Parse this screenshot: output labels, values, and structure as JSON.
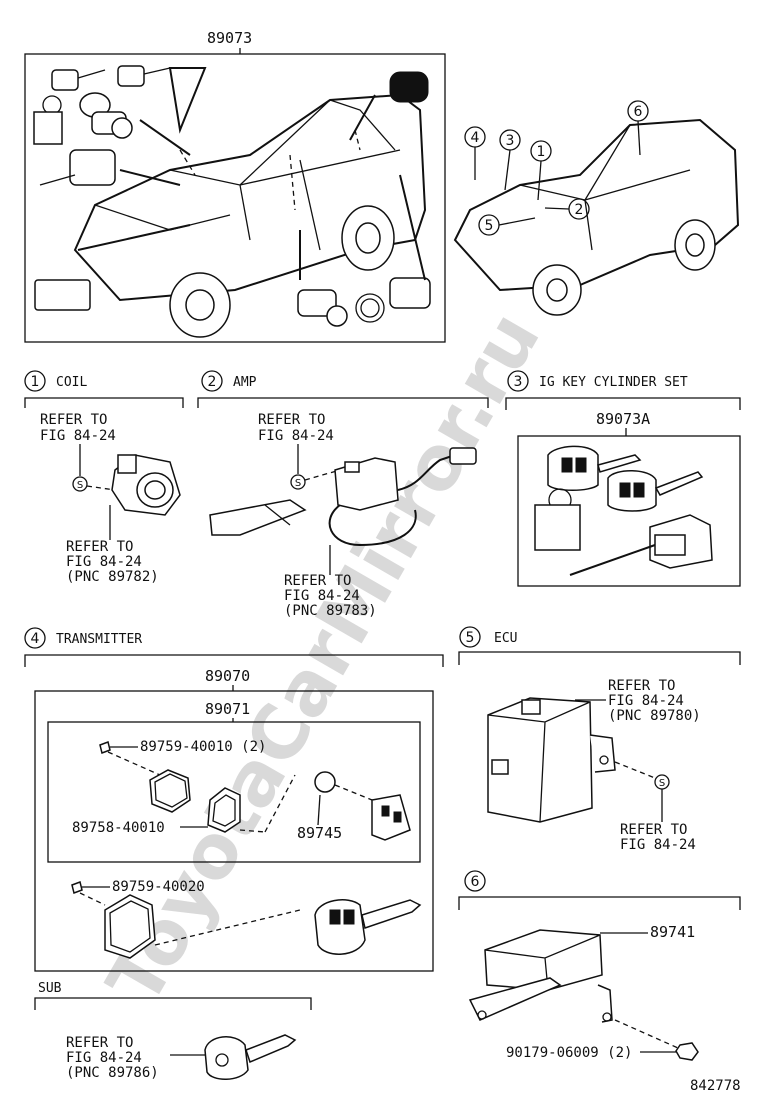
{
  "watermark": "ToyotaCarMirror.ru",
  "overview": {
    "top_part_number": "89073",
    "callouts": [
      "4",
      "3",
      "1",
      "6",
      "5",
      "2"
    ]
  },
  "sections": {
    "coil": {
      "number": "1",
      "title": "COIL",
      "refer_top": [
        "REFER TO",
        "FIG 84-24"
      ],
      "refer_bottom": [
        "REFER TO",
        "FIG 84-24",
        "(PNC 89782)"
      ],
      "screw_mark": "S"
    },
    "amp": {
      "number": "2",
      "title": "AMP",
      "refer_top": [
        "REFER TO",
        "FIG 84-24"
      ],
      "refer_bottom": [
        "REFER TO",
        "FIG 84-24",
        "(PNC 89783)"
      ],
      "screw_mark": "S"
    },
    "ig_key": {
      "number": "3",
      "title": "IG KEY CYLINDER SET",
      "part": "89073A"
    },
    "transmitter": {
      "number": "4",
      "title": "TRANSMITTER",
      "assy": "89070",
      "sub_assy": "89071",
      "screw_1": "89759-40010 (2)",
      "case": "89758-40010",
      "battery": "89745",
      "screw_2": "89759-40020"
    },
    "sub": {
      "title": "SUB",
      "refer": [
        "REFER TO",
        "FIG 84-24",
        "(PNC 89786)"
      ]
    },
    "ecu": {
      "number": "5",
      "title": "ECU",
      "refer_top": [
        "REFER TO",
        "FIG 84-24",
        "(PNC 89780)"
      ],
      "refer_bottom": [
        "REFER TO",
        "FIG 84-24"
      ],
      "screw_mark": "S"
    },
    "sec6": {
      "number": "6",
      "part": "89741",
      "bolt": "90179-06009 (2)"
    }
  },
  "figure_id": "842778"
}
